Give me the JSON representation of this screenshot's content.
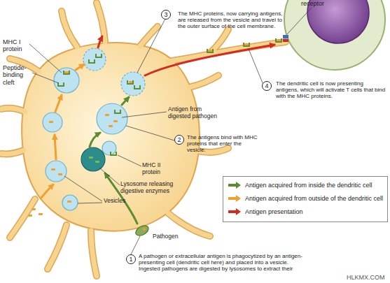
{
  "diagram": {
    "labels": [
      "receptor",
      "3",
      "The MHC proteins, now carrying antigens, are released from the vesicle and travel to the outer surface of the cell membrane.",
      "MHC I protein",
      "Peptide-binding cleft",
      "4",
      "The dendritic cell is now presenting antigens, which will activate T cells that bind with the MHC proteins.",
      "Antigen from digested pathogen",
      "2",
      "The antigens bind with MHC proteins that enter the vesicle.",
      "MHC II protein",
      "Lysosome releasing digestive enzymes",
      "Vesicles",
      "Pathogen",
      "1",
      "A pathogen or extracellular antigen is phagocytized by an antigen-presenting cell (dendritic cell here) and placed into a vesicle. Ingested pathogens are digested by lysosomes to extract their",
      "HLKMX.COM"
    ],
    "legend": [
      {
        "text": "Antigen acquired from inside the dendritic cell",
        "color": "#5b8c32"
      },
      {
        "text": "Antigen acquired from outside of the dendritic cell",
        "color": "#f0a030"
      },
      {
        "text": "Antigen presentation",
        "color": "#d42a20"
      }
    ]
  }
}
